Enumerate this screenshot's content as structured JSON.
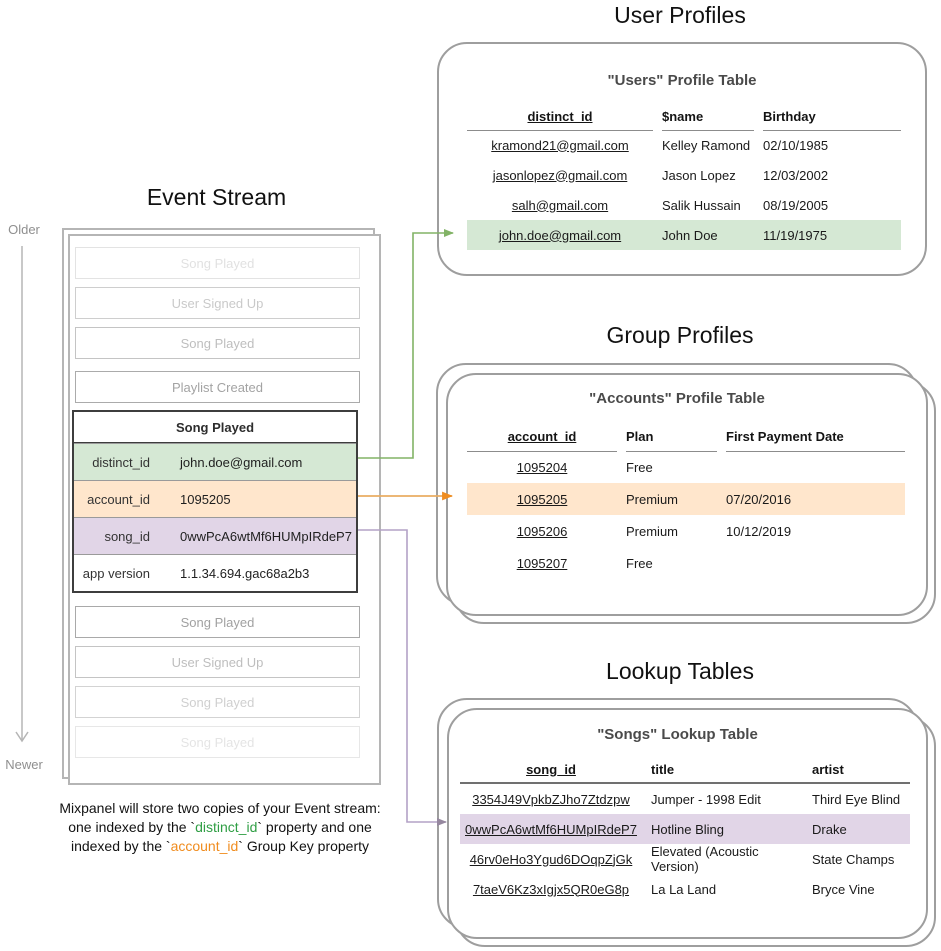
{
  "titles": {
    "event_stream": "Event Stream",
    "user_profiles": "User Profiles",
    "group_profiles": "Group Profiles",
    "lookup_tables": "Lookup Tables"
  },
  "timeline": {
    "older": "Older",
    "newer": "Newer"
  },
  "event_stream": {
    "events_before": [
      {
        "label": "Song Played"
      },
      {
        "label": "User Signed Up"
      },
      {
        "label": "Song Played"
      },
      {
        "label": "Playlist Created"
      }
    ],
    "expanded_event": {
      "title": "Song Played",
      "properties": [
        {
          "key": "distinct_id",
          "value": "john.doe@gmail.com",
          "highlight": "green"
        },
        {
          "key": "account_id",
          "value": "1095205",
          "highlight": "orange"
        },
        {
          "key": "song_id",
          "value": "0wwPcA6wtMf6HUMpIRdeP7",
          "highlight": "purple"
        },
        {
          "key": "app version",
          "value": "1.1.34.694.gac68a2b3",
          "highlight": "none"
        }
      ]
    },
    "events_after": [
      {
        "label": "Song Played"
      },
      {
        "label": "User Signed Up"
      },
      {
        "label": "Song Played"
      },
      {
        "label": "Song Played"
      }
    ]
  },
  "users_table": {
    "title": "\"Users\" Profile Table",
    "columns": [
      "distinct_id",
      "$name",
      "Birthday"
    ],
    "rows": [
      [
        "kramond21@gmail.com",
        "Kelley Ramond",
        "02/10/1985"
      ],
      [
        "jasonlopez@gmail.com",
        "Jason Lopez",
        "12/03/2002"
      ],
      [
        "salh@gmail.com",
        "Salik Hussain",
        "08/19/2005"
      ],
      [
        "john.doe@gmail.com",
        "John Doe",
        "11/19/1975"
      ]
    ],
    "highlighted_row": 3
  },
  "accounts_table": {
    "title": "\"Accounts\" Profile Table",
    "columns": [
      "account_id",
      "Plan",
      "First Payment Date"
    ],
    "rows": [
      [
        "1095204",
        "Free",
        ""
      ],
      [
        "1095205",
        "Premium",
        "07/20/2016"
      ],
      [
        "1095206",
        "Premium",
        "10/12/2019"
      ],
      [
        "1095207",
        "Free",
        ""
      ]
    ],
    "highlighted_row": 1
  },
  "songs_table": {
    "title": "\"Songs\" Lookup Table",
    "columns": [
      "song_id",
      "title",
      "artist"
    ],
    "rows": [
      [
        "3354J49VpkbZJho7Ztdzpw",
        "Jumper - 1998 Edit",
        "Third Eye Blind"
      ],
      [
        "0wwPcA6wtMf6HUMpIRdeP7",
        "Hotline Bling",
        "Drake"
      ],
      [
        "46rv0eHo3Ygud6DOqpZjGk",
        "Elevated (Acoustic Version)",
        "State Champs"
      ],
      [
        "7taeV6Kz3xIgjx5QR0eG8p",
        "La La Land",
        "Bryce Vine"
      ]
    ],
    "highlighted_row": 1
  },
  "caption": {
    "line1": "Mixpanel will store two copies of your Event stream:",
    "line2_pre": "one indexed by the `",
    "line2_code": "distinct_id",
    "line2_post": "` property and one",
    "line3_pre": "indexed by the `",
    "line3_code": "account_id",
    "line3_post": "` Group Key property"
  },
  "colors": {
    "highlight_green": "#d5e8d4",
    "highlight_orange": "#ffe6cc",
    "highlight_purple": "#e1d5e7",
    "connector_green": "#82b366",
    "connector_orange_line": "#e9ad62",
    "connector_orange_head": "#ef8c1f",
    "connector_purple_line": "#b3a2c6",
    "connector_purple_head": "#96889f",
    "caption_green": "#2f9e44",
    "caption_orange": "#f08c1e"
  }
}
